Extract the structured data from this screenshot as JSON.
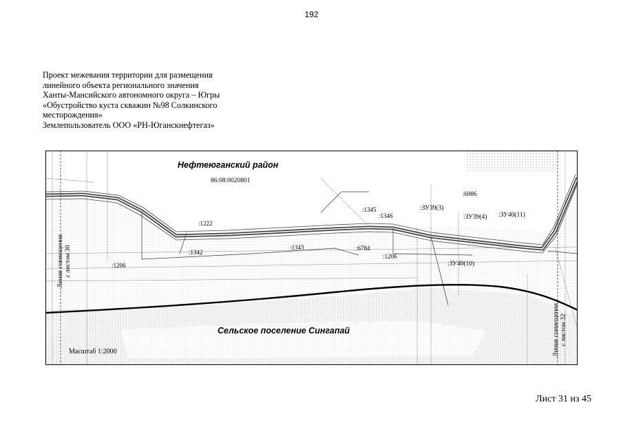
{
  "page_number": "192",
  "header": {
    "lines": [
      "Проект межевания территории для размещения",
      "линейного объекта регионального значения",
      "Ханты-Мансийского автономного округа – Югры",
      "«Обустройство куста скважин №98 Солкинского",
      "месторождения»",
      "Землепользователь ООО «РН-Юганскнефтегаз»"
    ]
  },
  "map": {
    "region_north": "Нефтеюганский район",
    "region_south": "Сельское поселение Сингапай",
    "cadastral_block": "86:08:0020801",
    "scale": "Масштаб 1:2000",
    "match_line_left": [
      "Линия совмещения",
      "с листом 30"
    ],
    "match_line_right": [
      "Линия совмещения",
      "с листом 32"
    ],
    "parcels": {
      "p1222": ":1222",
      "p1342": ":1342",
      "p1343": ":1343",
      "p1345": ":1345",
      "p1346": ":1346",
      "p6784": ":6784",
      "p6986": ":6986",
      "p1206_left": ":1206",
      "p1206_right": ":1206",
      "zu39_3": ":ЗУ39(3)",
      "zu39_4": ":ЗУ39(4)",
      "zu40_11": ":ЗУ40(11)",
      "zu40_10": ":ЗУ40(10)"
    }
  },
  "footer": {
    "sheet": "Лист 31 из 45"
  }
}
